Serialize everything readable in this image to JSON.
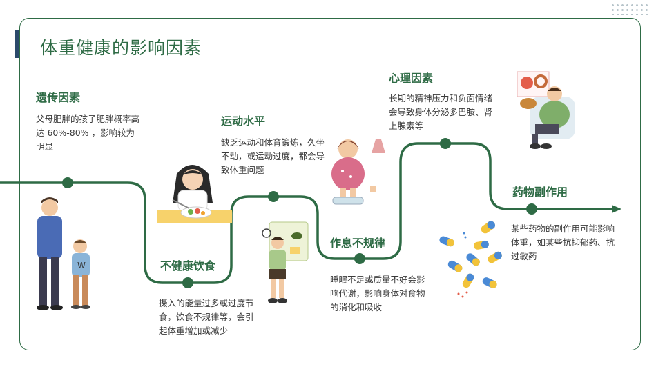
{
  "title": "体重健康的影响因素",
  "accent_color": "#2e6b45",
  "factors": [
    {
      "heading": "遗传因素",
      "desc": "父母肥胖的孩子肥胖概率高达 60%-80% ，影响较为明显",
      "illustration": "parent-child-illustration"
    },
    {
      "heading": "不健康饮食",
      "desc": "摄入的能量过多或过度节食，饮食不规律等，会引起体重增加或减少",
      "illustration": "eating-girl-illustration"
    },
    {
      "heading": "运动水平",
      "desc": "缺乏运动和体育锻炼，久坐不动，或运动过度，都会导致体重问题",
      "illustration": "boy-thinking-illustration"
    },
    {
      "heading": "作息不规律",
      "desc": "睡眠不足或质量不好会影响代谢，影响身体对食物的消化和吸收",
      "illustration": "woman-scale-illustration"
    },
    {
      "heading": "心理因素",
      "desc": "长期的精神压力和负面情绪会导致身体分泌多巴胺、肾上腺素等",
      "illustration": "man-sofa-food-illustration"
    },
    {
      "heading": "药物副作用",
      "desc": "某些药物的副作用可能影响体重，如某些抗抑郁药、抗过敏药",
      "illustration": "pills-illustration"
    }
  ]
}
